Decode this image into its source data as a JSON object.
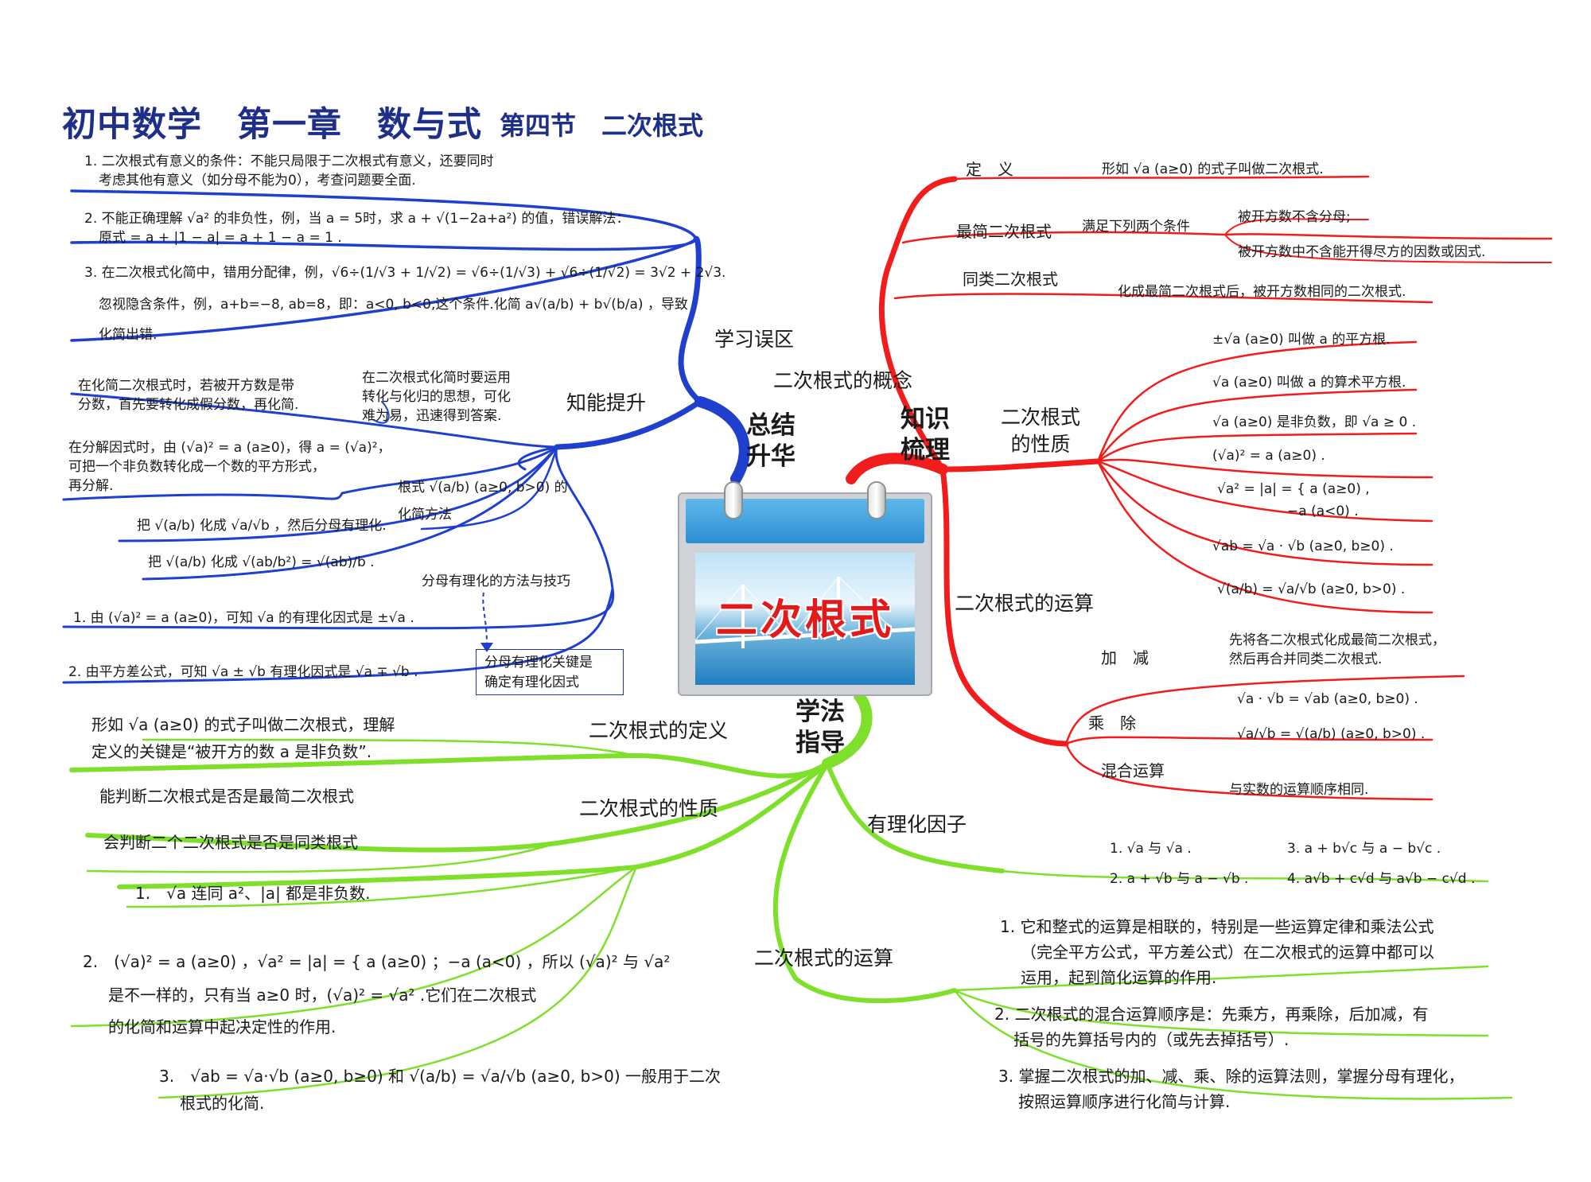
{
  "title": {
    "main": "初中数学　第一章　数与式",
    "sub": "第四节　二次根式"
  },
  "center": {
    "label": "二次根式"
  },
  "quadrants": {
    "summary": "总结\n升华",
    "knowledge": "知识\n梳理",
    "method": "学法\n指导"
  },
  "colors": {
    "blue": "#1f3fcf",
    "red": "#f21c1c",
    "green": "#7ee02a",
    "title": "#1e2f8a"
  },
  "blue": {
    "mistakes": {
      "label": "学习误区",
      "item1": {
        "l1": "1. 二次根式有意义的条件：不能只局限于二次根式有意义，还要同时",
        "l2": "考虑其他有意义（如分母不能为0），考查问题要全面."
      },
      "item2": {
        "l1": "2. 不能正确理解 √a² 的非负性，例，当 a = 5时，求 a + √(1−2a+a²) 的值，错误解法：",
        "l2": "原式 = a + |1 − a| = a + 1 − a = 1 ."
      },
      "item3": {
        "l1": "3. 在二次根式化简中，错用分配律，例，√6÷(1/√3 + 1/√2) = √6÷(1/√3) + √6÷(1/√2) = 3√2 + 2√3.",
        "l2": "忽视隐含条件，例，a+b=−8, ab=8，即：a<0, b<0,这个条件.化简 a√(a/b) + b√(b/a) ，导致",
        "l3": "化简出错."
      }
    },
    "ability": {
      "label": "知能提升",
      "note1": {
        "l1": "在化简二次根式时，若被开方数是带",
        "l2": "分数，首先要转化成假分数，再化简."
      },
      "note2": {
        "l1": "在二次根式化简时要运用",
        "l2": "转化与化归的思想，可化",
        "l3": "难为易，迅速得到答案."
      },
      "note3": {
        "l1": "在分解因式时，由 (√a)² = a (a≥0)，得 a = (√a)²，",
        "l2": "可把一个非负数转化成一个数的平方形式，",
        "l3": "再分解."
      },
      "note4": {
        "l1": "根式 √(a/b) (a≥0, b>0) 的",
        "l2": "化简方法"
      },
      "note5": "把 √(a/b) 化成 √a/√b ，然后分母有理化.",
      "note6": "把 √(a/b) 化成 √(ab/b²) = √(ab)/b .",
      "technique": "分母有理化的方法与技巧",
      "box": {
        "l1": "分母有理化关键是",
        "l2": "确定有理化因式"
      },
      "rat1": "1. 由 (√a)² = a (a≥0)，可知 √a 的有理化因式是 ±√a .",
      "rat2": "2. 由平方差公式，可知 √a ± √b 有理化因式是 √a ∓ √b ."
    }
  },
  "red": {
    "concept": {
      "label": "二次根式的概念",
      "def_label": "定　义",
      "def_text": "形如 √a (a≥0) 的式子叫做二次根式.",
      "simplest_label": "最简二次根式",
      "simplest_cond": "满足下列两个条件",
      "simplest_c1": "被开方数不含分母;",
      "simplest_c2": "被开方数中不含能开得尽方的因数或因式.",
      "similar_label": "同类二次根式",
      "similar_text": "化成最简二次根式后，被开方数相同的二次根式."
    },
    "properties": {
      "label": "二次根式\n的性质",
      "p1": "±√a (a≥0) 叫做 a 的平方根.",
      "p2": "√a (a≥0) 叫做 a 的算术平方根.",
      "p3": "√a (a≥0) 是非负数，即 √a ≥ 0 .",
      "p4": "(√a)² = a (a≥0) .",
      "p5a": "√a² = |a| = { a (a≥0) ,",
      "p5b": "−a (a<0) .",
      "p6": "√ab = √a · √b (a≥0, b≥0) .",
      "p7": "√(a/b) = √a/√b (a≥0, b>0) ."
    },
    "operations": {
      "label": "二次根式的运算",
      "add_label": "加　减",
      "add_l1": "先将各二次根式化成最简二次根式，",
      "add_l2": "然后再合并同类二次根式.",
      "mul_label": "乘　除",
      "mul1": "√a · √b = √ab (a≥0, b≥0) .",
      "mul2": "√a/√b = √(a/b) (a≥0, b>0) .",
      "mix_label": "混合运算",
      "mix_text": "与实数的运算顺序相同."
    }
  },
  "green": {
    "definition": {
      "label": "二次根式的定义",
      "l1": "形如 √a (a≥0) 的式子叫做二次根式，理解",
      "l2": "定义的关键是“被开方的数 a 是非负数”."
    },
    "judge1": "能判断二次根式是否是最简二次根式",
    "judge2": "会判断二个二次根式是否是同类根式",
    "properties": {
      "label": "二次根式的性质",
      "g1": "1.　√a 连同 a²、|a| 都是非负数.",
      "g2": {
        "l1": "2.　(√a)² = a (a≥0) ，√a² = |a| = { a (a≥0) ；−a (a<0) ，所以 (√a)² 与 √a²",
        "l2": "是不一样的，只有当 a≥0 时，(√a)² = √a² .它们在二次根式",
        "l3": "的化简和运算中起决定性的作用."
      },
      "g3": {
        "l1": "3.　√ab = √a·√b (a≥0, b≥0) 和 √(a/b) = √a/√b (a≥0, b>0) 一般用于二次",
        "l2": "根式的化简."
      }
    },
    "rational_factor": {
      "label": "有理化因子",
      "r1": "1. √a 与 √a .",
      "r2": "2. a + √b 与 a − √b .",
      "r3": "3. a + b√c 与 a − b√c .",
      "r4": "4. a√b + c√d 与 a√b − c√d ."
    },
    "operations": {
      "label": "二次根式的运算",
      "o1": {
        "l1": "1. 它和整式的运算是相联的，特别是一些运算定律和乘法公式",
        "l2": "（完全平方公式，平方差公式）在二次根式的运算中都可以",
        "l3": "运用，起到简化运算的作用."
      },
      "o2": {
        "l1": "2. 二次根式的混合运算顺序是：先乘方，再乘除，后加减，有",
        "l2": "括号的先算括号内的（或先去掉括号）."
      },
      "o3": {
        "l1": "3. 掌握二次根式的加、减、乘、除的运算法则，掌握分母有理化，",
        "l2": "按照运算顺序进行化简与计算."
      }
    }
  }
}
